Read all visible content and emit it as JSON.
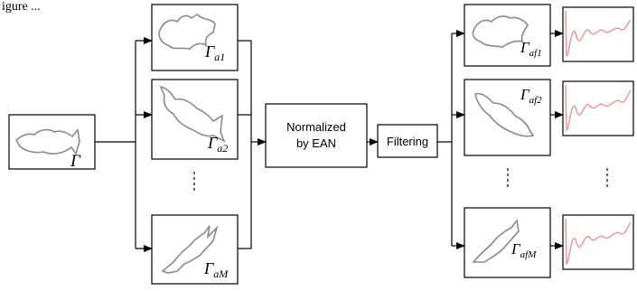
{
  "top_fragment": "igure ...",
  "input": {
    "label": "Γ"
  },
  "rotated_shapes": [
    {
      "label_main": "Γ",
      "label_sub": "a1"
    },
    {
      "label_main": "Γ",
      "label_sub": "a2"
    },
    {
      "label_main": "Γ",
      "label_sub": "aM"
    }
  ],
  "normalize_box": {
    "line1": "Normalized",
    "line2": "by EAN"
  },
  "filter_box": {
    "label": "Filtering"
  },
  "filtered_shapes": [
    {
      "label_main": "Γ",
      "label_sub": "af1"
    },
    {
      "label_main": "Γ",
      "label_sub": "af2"
    },
    {
      "label_main": "Γ",
      "label_sub": "afM"
    }
  ],
  "colors": {
    "signal": "#e89a9a",
    "outline": "#8a8a8a",
    "line": "#000000"
  }
}
